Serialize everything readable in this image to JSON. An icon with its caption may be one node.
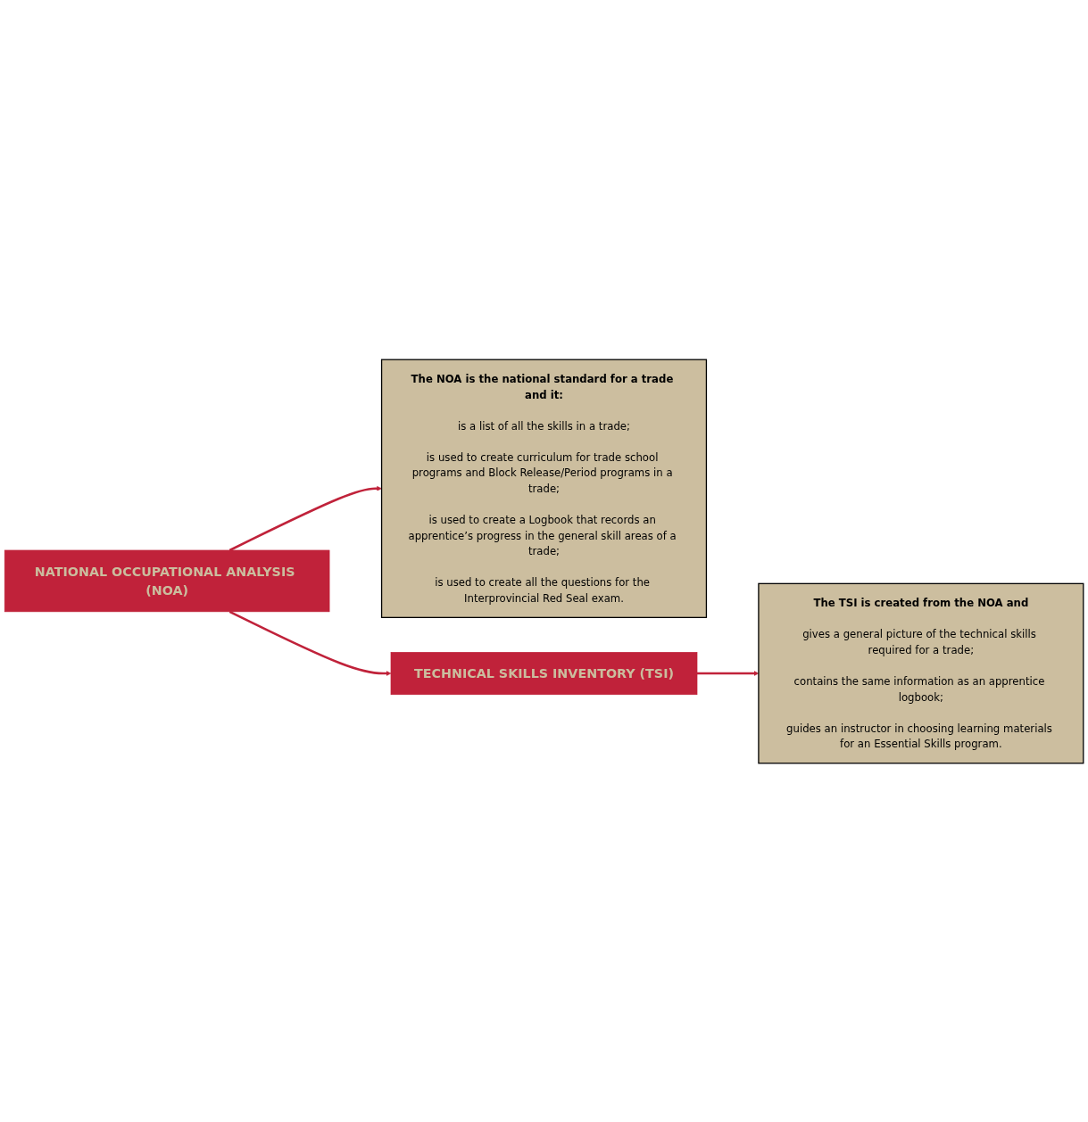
{
  "diagram": {
    "nodes": [
      {
        "text": [
          "NATIONAL OCCUPATIONAL ANALYSIS (NOA)"
        ]
      },
      {
        "text": [
          "The NOA is the national standard for a trade and it:",
          "is a list of all the skills in a trade;",
          "is used to create curriculum for trade school programs and Block Release/Period programs in a trade;",
          "is used to create a Logbook that records an apprentice’s progress in the general skill areas of a trade;",
          "is used to create all the questions for the Interprovincial Red Seal exam."
        ]
      },
      {
        "text": [
          "TECHNICAL SKILLS INVENTORY (TSI)"
        ]
      },
      {
        "text": [
          "The TSI is created from the NOA and",
          "gives a general picture of the technical skills required for a trade;",
          "contains the same information as an apprentice logbook;",
          "guides an instructor in choosing learning materials for an Essential Skills program."
        ]
      }
    ],
    "edges": [
      {
        "from": 0,
        "to": 1,
        "arrow": "to"
      },
      {
        "from": 0,
        "to": 2,
        "arrow": "to"
      },
      {
        "from": 2,
        "to": 3,
        "arrow": "to"
      }
    ]
  }
}
